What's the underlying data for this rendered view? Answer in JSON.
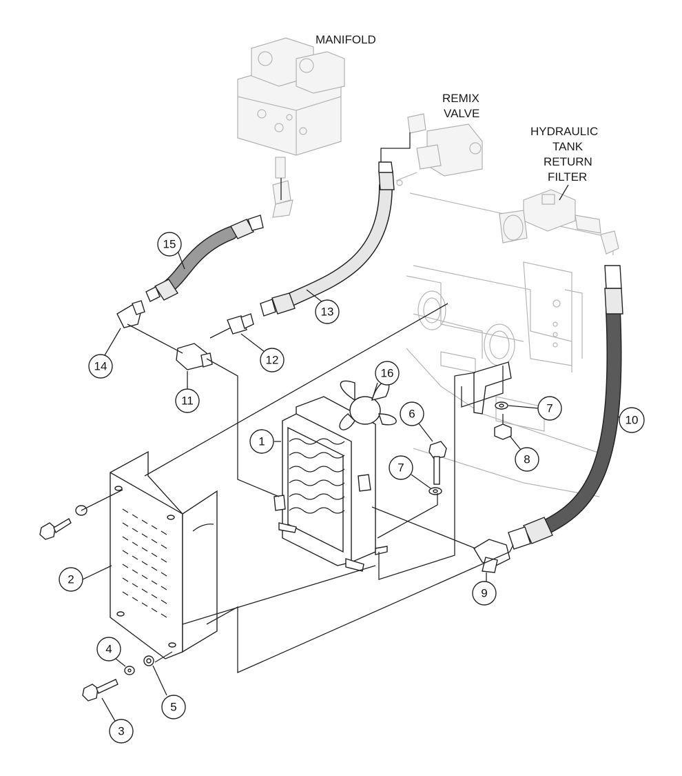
{
  "labels": {
    "manifold": "MANIFOLD",
    "remix_line1": "REMIX",
    "remix_line2": "VALVE",
    "tank_line1": "HYDRAULIC",
    "tank_line2": "TANK",
    "tank_line3": "RETURN",
    "tank_line4": "FILTER"
  },
  "callouts": [
    "1",
    "2",
    "3",
    "4",
    "5",
    "6",
    "7",
    "7",
    "8",
    "9",
    "10",
    "11",
    "12",
    "13",
    "14",
    "15",
    "16"
  ],
  "colors": {
    "line": "#222222",
    "ghost": "#b5b5b5",
    "hose_light": "#e6e6e6",
    "hose_dark": "#5a5a5a",
    "hose_mid": "#9a9a9a"
  }
}
